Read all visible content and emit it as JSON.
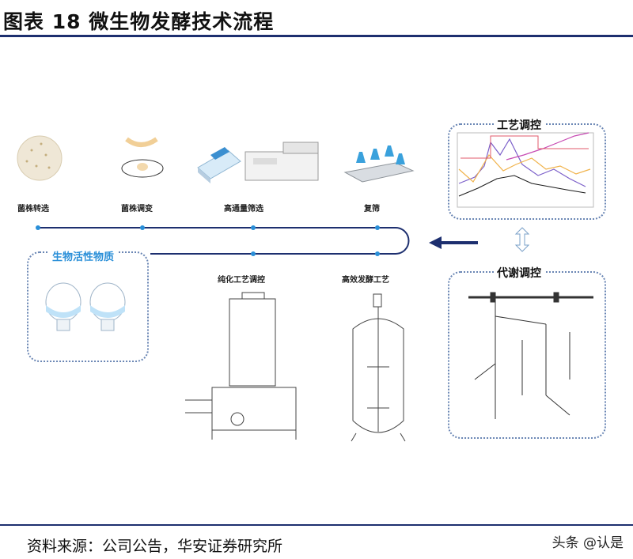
{
  "title": "图表 18 微生物发酵技术流程",
  "source": "资料来源：公司公告，华安证券研究所",
  "watermark": "头条 @认是",
  "steps": {
    "screening": "菌株转选",
    "tuning": "菌株调变",
    "htp": "高通量筛选",
    "rescreen": "复筛",
    "purify": "纯化工艺调控",
    "ferment": "高效发酵工艺"
  },
  "panels": {
    "bio": "生物活性物质",
    "process": "工艺调控",
    "metabolic": "代谢调控"
  },
  "colors": {
    "primary": "#1d2f6f",
    "accent": "#2a8fd8",
    "panel_border": "#6a86b4"
  }
}
